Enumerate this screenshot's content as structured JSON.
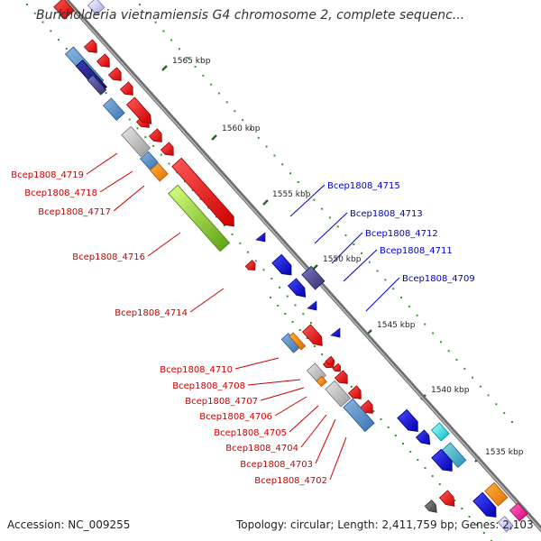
{
  "title": "Burkholderia vietnamiensis G4 chromosome 2, complete sequenc...",
  "accession_text": "Accession: NC_009255",
  "summary_text": "Topology: circular; Length: 2,411,759 bp; Genes: 2,103",
  "colors": {
    "backbone": "#8a8a8a",
    "tick_dot": "#2e9a2e",
    "tick_major": "#226622",
    "forward_label": "#cc0000",
    "reverse_label": "#0000cc"
  },
  "ruler_ticks": [
    {
      "label": "1565 kbp",
      "kbp": 1565
    },
    {
      "label": "1560 kbp",
      "kbp": 1560
    },
    {
      "label": "1555 kbp",
      "kbp": 1555
    },
    {
      "label": "1550 kbp",
      "kbp": 1550
    },
    {
      "label": "1545 kbp",
      "kbp": 1545
    },
    {
      "label": "1540 kbp",
      "kbp": 1540
    },
    {
      "label": "1535 kbp",
      "kbp": 1535
    }
  ],
  "gene_labels": [
    {
      "name": "Bcep1808_4719",
      "strand": "forward"
    },
    {
      "name": "Bcep1808_4718",
      "strand": "forward"
    },
    {
      "name": "Bcep1808_4717",
      "strand": "forward"
    },
    {
      "name": "Bcep1808_4716",
      "strand": "forward"
    },
    {
      "name": "Bcep1808_4714",
      "strand": "forward"
    },
    {
      "name": "Bcep1808_4710",
      "strand": "forward"
    },
    {
      "name": "Bcep1808_4708",
      "strand": "forward"
    },
    {
      "name": "Bcep1808_4707",
      "strand": "forward"
    },
    {
      "name": "Bcep1808_4706",
      "strand": "forward"
    },
    {
      "name": "Bcep1808_4705",
      "strand": "forward"
    },
    {
      "name": "Bcep1808_4704",
      "strand": "forward"
    },
    {
      "name": "Bcep1808_4703",
      "strand": "forward"
    },
    {
      "name": "Bcep1808_4702",
      "strand": "forward"
    },
    {
      "name": "Bcep1808_4715",
      "strand": "reverse"
    },
    {
      "name": "Bcep1808_4713",
      "strand": "reverse"
    },
    {
      "name": "Bcep1808_4712",
      "strand": "reverse"
    },
    {
      "name": "Bcep1808_4711",
      "strand": "reverse"
    },
    {
      "name": "Bcep1808_4709",
      "strand": "reverse"
    }
  ]
}
